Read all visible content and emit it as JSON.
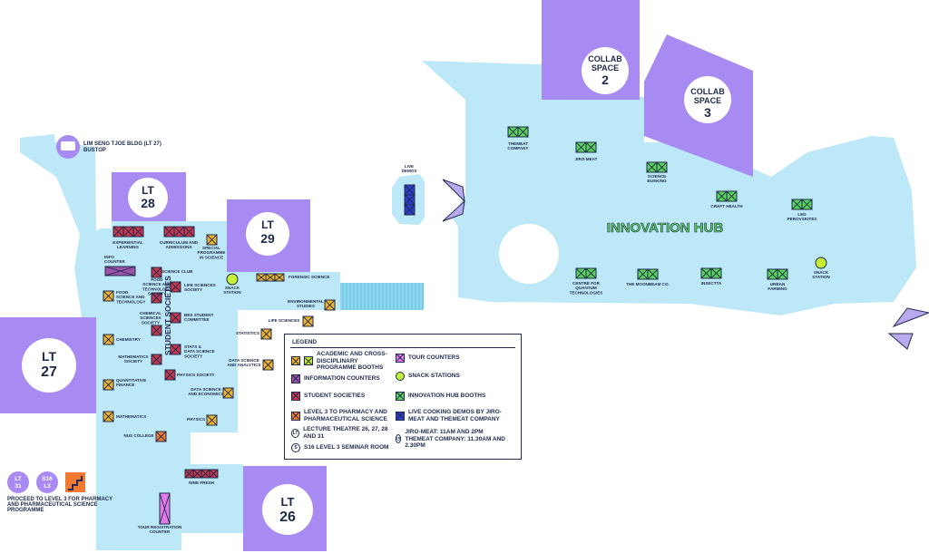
{
  "colors": {
    "floor": "#bde8f8",
    "lecture": "#a78bf3",
    "academic": "#f1b52a",
    "info": "#9c52a8",
    "society": "#c7364d",
    "tour": "#e27be8",
    "snack": "#c4ef34",
    "hub": "#58d45a",
    "cooking": "#2c3ec9",
    "pharmacy": "#f07a32",
    "ink": "#1f2a4d",
    "hub_text": "#3fa83a"
  },
  "rooms": {
    "collab2": [
      "COLLAB",
      "SPACE",
      "2"
    ],
    "collab3": [
      "COLLAB",
      "SPACE",
      "3"
    ],
    "lt28": "LT\n28",
    "lt29": "LT\n29",
    "lt27": "LT\n27",
    "lt26": "LT\n26",
    "lt31": "LT\n31",
    "s16": "S16\nL3"
  },
  "hub_title": "INNOVATION HUB",
  "vertical_label": "STUDENT SOCIETIES",
  "bus": {
    "label1": "LIM SENG TJOE BLDG (LT 27)",
    "label2": "BUSTOP"
  },
  "live_demos": [
    "LIVE",
    "DEMOS"
  ],
  "booths": {
    "themeat": [
      "THEMEAT",
      "COMPANY"
    ],
    "jiro": [
      "JIRO-MEAT"
    ],
    "busking": [
      "SCIENCE",
      "BUSKING"
    ],
    "craft": [
      "CRAFT HEALTH"
    ],
    "led": [
      "LED",
      "PEROVSKITES"
    ],
    "snack_hub": [
      "SNACK",
      "STATION"
    ],
    "quantum": [
      "CENTRE FOR",
      "QUANTUM",
      "TECHNOLOGIES"
    ],
    "moonbeam": [
      "THE MOONBEAM CO."
    ],
    "insectta": [
      "INSECTTA"
    ],
    "urban": [
      "URBAN",
      "FARMING"
    ],
    "experiential": [
      "EXPERIENTIAL",
      "LEARNING"
    ],
    "curriculum": [
      "CURRICULUM AND",
      "ADMISSIONS"
    ],
    "special": [
      "SPECIAL",
      "PROGRAMME",
      "IN SCIENCE"
    ],
    "info_counter": [
      "INFO",
      "COUNTER"
    ],
    "science_club": [
      "SCIENCE CLUB"
    ],
    "food_society": [
      "FOOD",
      "SCIENCE AND",
      "TECHNOLOGY",
      "SOCIETY"
    ],
    "life_society": [
      "LIFE SCIENCES",
      "SOCIETY"
    ],
    "food_tech": [
      "FOOD",
      "SCIENCE AND",
      "TECHNOLOGY"
    ],
    "chemical": [
      "CHEMICAL",
      "SCIENCES",
      "SOCIETY"
    ],
    "bes": [
      "BES STUDENT",
      "COMMITTEE"
    ],
    "snack_station": [
      "SNACK",
      "STATION"
    ],
    "forensic": [
      "FORENSIC SCIENCE"
    ],
    "environmental": [
      "ENVIRONMENTAL",
      "STUDIES"
    ],
    "life_sciences": [
      "LIFE SCIENCES"
    ],
    "chemistry": [
      "CHEMISTRY"
    ],
    "stats_society": [
      "STATS &",
      "DATA SCIENCE",
      "SOCIETY"
    ],
    "statistics": [
      "STATISTICS"
    ],
    "math_society": [
      "MATHEMATICS",
      "SOCIETY"
    ],
    "dsa": [
      "DATA SCIENCE",
      "AND ANALYTICS"
    ],
    "physics_society": [
      "PHYSICS SOCIETY"
    ],
    "quant": [
      "QUANTITATIVE",
      "FINANCE"
    ],
    "dse": [
      "DATA SCIENCE",
      "AND ECONOMICS"
    ],
    "mathematics": [
      "MATHEMATICS"
    ],
    "physics": [
      "PHYSICS"
    ],
    "nus_college": [
      "NUS COLLEGE"
    ],
    "nine_fresh": [
      "NINE FRESH"
    ],
    "tour_reg": [
      "TOUR REGISTRATION",
      "COUNTER"
    ]
  },
  "pharmacy_note": [
    "PROCEED TO LEVEL 3 FOR PHARMACY",
    "AND PHARMACEUTICAL SCIENCE",
    "PROGRAMME"
  ],
  "legend": {
    "title": "LEGEND",
    "academic": "ACADEMIC AND CROSS-DISCIPLINARY PROGRAMME BOOTHS",
    "info": "INFORMATION COUNTERS",
    "society": "STUDENT SOCIETIES",
    "pharmacy": "LEVEL 3 TO PHARMACY AND PHARMACEUTICAL SCIENCE",
    "lt": "LECTURE THEATRE 26, 27, 28 AND 31",
    "s16": "S16 LEVEL 3 SEMINAR ROOM",
    "tour": "TOUR COUNTERS",
    "snack": "SNACK STATIONS",
    "hub": "INNOVATION HUB BOOTHS",
    "cooking": "LIVE COOKING DEMOS BY JIRO-MEAT AND THEMEAT COMPANY",
    "time": "JIRO-MEAT: 11AM AND 2PM THEMEAT COMPANY: 11.30AM AND 2.30PM"
  }
}
